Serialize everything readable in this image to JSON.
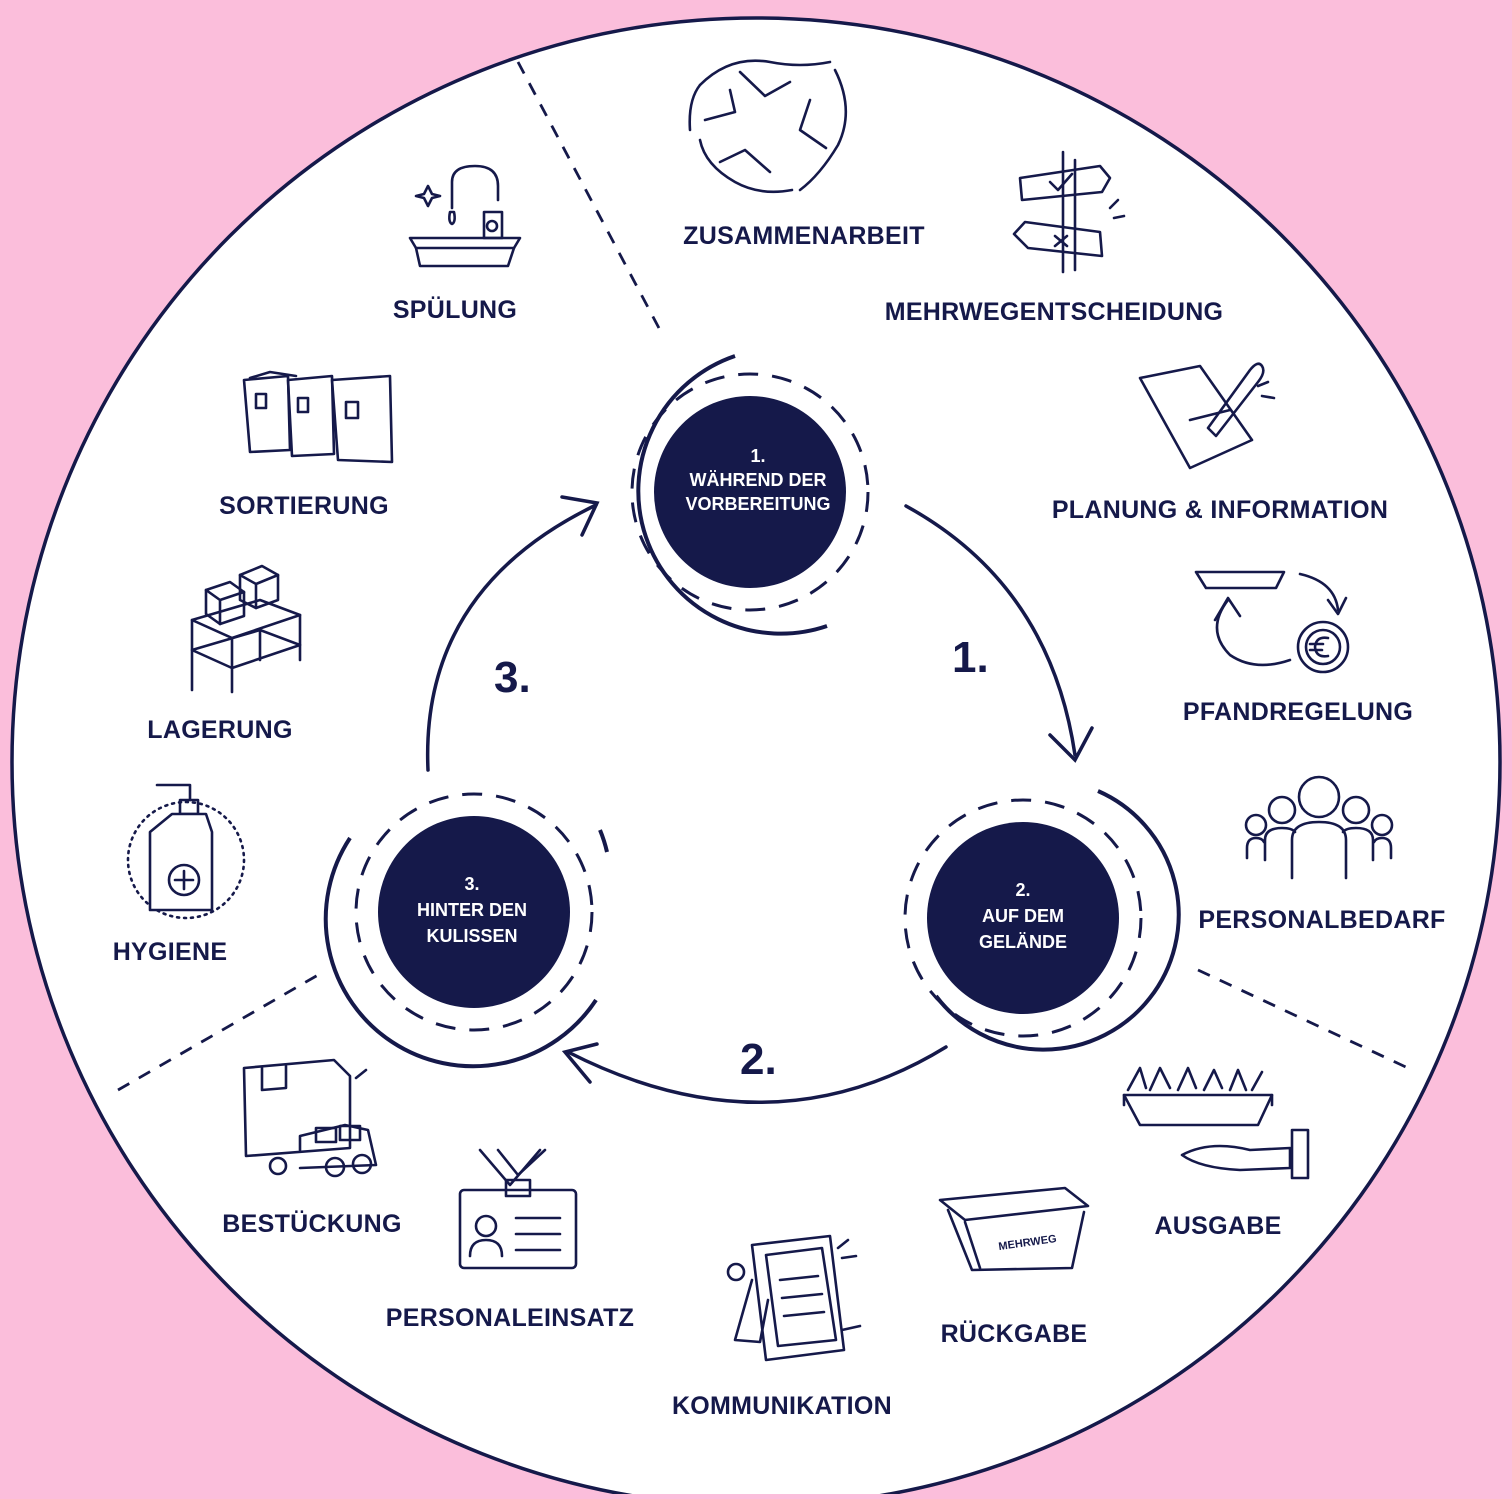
{
  "colors": {
    "background": "#fbbedb",
    "circle_fill": "#ffffff",
    "navy": "#15194a",
    "hub_text": "#ffffff"
  },
  "phases": [
    {
      "id": "phase-1",
      "line1": "1.",
      "line2": "WÄHREND DER",
      "line3": "VORBEREITUNG"
    },
    {
      "id": "phase-2",
      "line1": "2.",
      "line2": "AUF DEM",
      "line3": "GELÄNDE"
    },
    {
      "id": "phase-3",
      "line1": "3.",
      "line2": "HINTER DEN",
      "line3": "KULISSEN"
    }
  ],
  "cycle_numbers": {
    "one": "1.",
    "two": "2.",
    "three": "3."
  },
  "labels": {
    "zusammenarbeit": "ZUSAMMENARBEIT",
    "mehrwegentscheidung": "MEHRWEGENTSCHEIDUNG",
    "planung": "PLANUNG & INFORMATION",
    "pfandregelung": "PFANDREGELUNG",
    "personalbedarf": "PERSONALBEDARF",
    "ausgabe": "AUSGABE",
    "rueckgabe": "RÜCKGABE",
    "kommunikation": "KOMMUNIKATION",
    "personaleinsatz": "PERSONALEINSATZ",
    "bestueckung": "BESTÜCKUNG",
    "hygiene": "HYGIENE",
    "lagerung": "LAGERUNG",
    "sortierung": "SORTIERUNG",
    "spuelung": "SPÜLUNG"
  },
  "box_text": "MEHRWEG",
  "icons": [
    "handshake-ring-icon",
    "signpost-icon",
    "signing-document-icon",
    "deposit-cycle-icon",
    "group-people-icon",
    "tray-serving-icon",
    "reusable-box-icon",
    "notice-board-icon",
    "id-badge-icon",
    "delivery-truck-icon",
    "hand-sanitizer-icon",
    "storage-shelf-icon",
    "sorting-bins-icon",
    "sink-faucet-icon"
  ]
}
